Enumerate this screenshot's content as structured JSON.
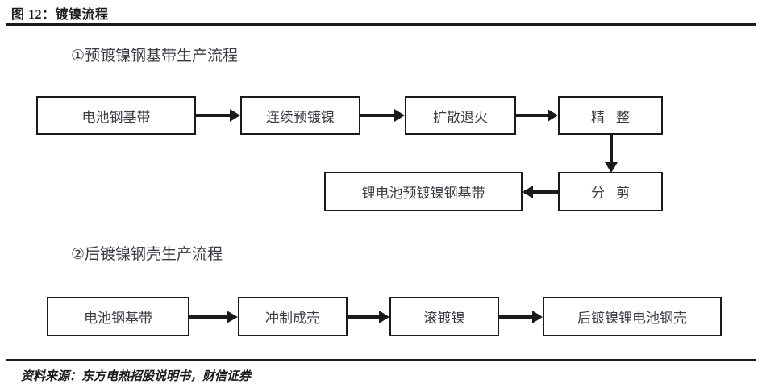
{
  "figure": {
    "title": "图 12：镀镍流程",
    "source": "资料来源：东方电热招股说明书，财信证券"
  },
  "colors": {
    "rule": "#1a1a1a",
    "box_border": "#1a1a1a",
    "box_text": "#3b3b44",
    "title_text": "#1a1a1a",
    "background": "#ffffff"
  },
  "sections": [
    {
      "id": "section-1",
      "heading": "①预镀镍钢基带生产流程"
    },
    {
      "id": "section-2",
      "heading": "②后镀镍钢壳生产流程"
    }
  ],
  "chart_data": {
    "type": "diagram",
    "title": "图 12：镀镍流程",
    "flows": [
      {
        "name": "①预镀镍钢基带生产流程",
        "nodes": [
          "电池钢基带",
          "连续预镀镍",
          "扩散退火",
          "精  整",
          "分  剪",
          "锂电池预镀镍钢基带"
        ],
        "edges": [
          {
            "from": "电池钢基带",
            "to": "连续预镀镍",
            "direction": "right"
          },
          {
            "from": "连续预镀镍",
            "to": "扩散退火",
            "direction": "right"
          },
          {
            "from": "扩散退火",
            "to": "精  整",
            "direction": "right"
          },
          {
            "from": "精  整",
            "to": "分  剪",
            "direction": "down"
          },
          {
            "from": "分  剪",
            "to": "锂电池预镀镍钢基带",
            "direction": "left"
          }
        ]
      },
      {
        "name": "②后镀镍钢壳生产流程",
        "nodes": [
          "电池钢基带",
          "冲制成壳",
          "滚镀镍",
          "后镀镍锂电池钢壳"
        ],
        "edges": [
          {
            "from": "电池钢基带",
            "to": "冲制成壳",
            "direction": "right"
          },
          {
            "from": "冲制成壳",
            "to": "滚镀镍",
            "direction": "right"
          },
          {
            "from": "滚镀镍",
            "to": "后镀镍锂电池钢壳",
            "direction": "right"
          }
        ]
      }
    ]
  },
  "nodes": {
    "steel_strip_a": "电池钢基带",
    "continuous_preplate": "连续预镀镍",
    "diffusion_anneal": "扩散退火",
    "finishing": "精整",
    "shearing": "分剪",
    "preplated_strip": "锂电池预镀镍钢基带",
    "steel_strip_b": "电池钢基带",
    "stamping_shell": "冲制成壳",
    "barrel_plating": "滚镀镍",
    "final_shell": "后镀镍锂电池钢壳"
  },
  "arrows": {
    "a1": "arrow-right-icon",
    "a2": "arrow-right-icon",
    "a3": "arrow-right-icon",
    "a4": "arrow-down-icon",
    "a5": "arrow-left-icon",
    "a6": "arrow-right-icon",
    "a7": "arrow-right-icon",
    "a8": "arrow-right-icon"
  }
}
